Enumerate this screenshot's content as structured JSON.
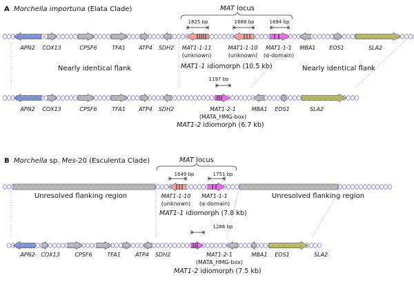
{
  "colors": {
    "dna": "#a8a3d4",
    "APN2": "#7b8fd8",
    "grey_gene": "#b5b5b5",
    "SLA2": "#b4b85a",
    "MAT1-1-11": "#f2a096",
    "MAT1-1-10": "#f2a096",
    "MAT1-1-1": "#ee66ee",
    "MAT1-2-1": "#ee66ee",
    "unresolved": "#b5b5b5"
  },
  "panelA": {
    "letter": "A",
    "species_italic": "Morchella importuna",
    "species_rest": " (Elata Clade)",
    "locus_label_italic": "MAT",
    "locus_label_rest": " locus",
    "row1": {
      "genes_left": [
        "APN2",
        "COX13",
        "CPSF6",
        "TFA1",
        "ATP4",
        "SDH2"
      ],
      "mat_genes": [
        {
          "name": "MAT1-1-11",
          "desc": "(unknown)",
          "size": "1825 bp"
        },
        {
          "name": "MAT1-1-10",
          "desc": "(unknown)",
          "size": "1688 bp"
        },
        {
          "name": "MAT1-1-1",
          "desc": "(α-domain)",
          "size": "1694 bp"
        }
      ],
      "genes_right": [
        "MBA1",
        "EOS1",
        "SLA2"
      ],
      "flank_left": "Nearly identical flank",
      "flank_right": "Nearly identical flank",
      "idiomorph_italic": "MAT1-1",
      "idiomorph_rest": " idiomorph (10.5 kb)"
    },
    "row2": {
      "genes_left": [
        "APN2",
        "COX13",
        "CPSF6",
        "TFA1",
        "ATP4",
        "SDH2"
      ],
      "mat_genes": [
        {
          "name": "MAT1-2-1",
          "desc": "(MATA_HMG-box)",
          "size": "1197 bp"
        }
      ],
      "genes_right": [
        "MBA1",
        "EOS1",
        "SLA2"
      ],
      "idiomorph_italic": "MAT1-2",
      "idiomorph_rest": " idiomorph (6.7 kb)"
    }
  },
  "panelB": {
    "letter": "B",
    "species_italic": "Morchella",
    "species_mid": " sp. ",
    "species_italic2": "Mes",
    "species_rest": "-20 (Esculenta Clade)",
    "locus_label_italic": "MAT",
    "locus_label_rest": " locus",
    "row1": {
      "flank_left": "Unresolved flanking region",
      "flank_right": "Unresolved flanking region",
      "mat_genes": [
        {
          "name": "MAT1-1-10",
          "desc": "(unknown)",
          "size": "1649 bp"
        },
        {
          "name": "MAT1-1-1",
          "desc": "(α-domain)",
          "size": "1751 bp"
        }
      ],
      "idiomorph_italic": "MAT1-1",
      "idiomorph_rest": " idiomorph (7.8 kb)"
    },
    "row2": {
      "genes_left": [
        "APN2",
        "COX13",
        "CPSF6",
        "TFA1",
        "ATP4",
        "SDH2"
      ],
      "mat_genes": [
        {
          "name": "MAT1-2-1",
          "desc": "(MATA_HMG-box)",
          "size": "1286 bp"
        }
      ],
      "genes_right": [
        "MBA1",
        "EOS1",
        "SLA2"
      ],
      "idiomorph_italic": "MAT1-2",
      "idiomorph_rest": " idiomorph (7.5 kb)"
    }
  }
}
